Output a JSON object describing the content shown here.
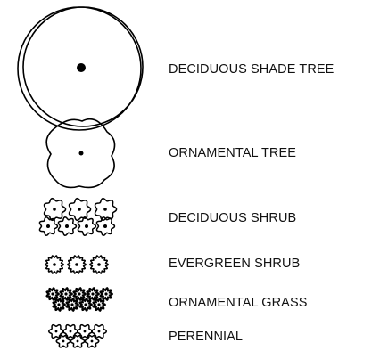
{
  "legend": {
    "items": [
      {
        "id": "deciduous-shade-tree",
        "label": "DECIDUOUS SHADE TREE",
        "symbol": "large-double-circle"
      },
      {
        "id": "ornamental-tree",
        "label": "ORNAMENTAL TREE",
        "symbol": "scalloped-circle"
      },
      {
        "id": "deciduous-shrub",
        "label": "DECIDUOUS SHRUB",
        "symbol": "cloud-circles-cluster"
      },
      {
        "id": "evergreen-shrub",
        "label": "EVERGREEN SHRUB",
        "symbol": "cogged-circles-row"
      },
      {
        "id": "ornamental-grass",
        "label": "ORNAMENTAL GRASS",
        "symbol": "dense-circles-cluster"
      },
      {
        "id": "perennial",
        "label": "PERENNIAL",
        "symbol": "scalloped-small-cluster"
      }
    ]
  },
  "colors": {
    "stroke": "#000000",
    "background": "#ffffff"
  }
}
